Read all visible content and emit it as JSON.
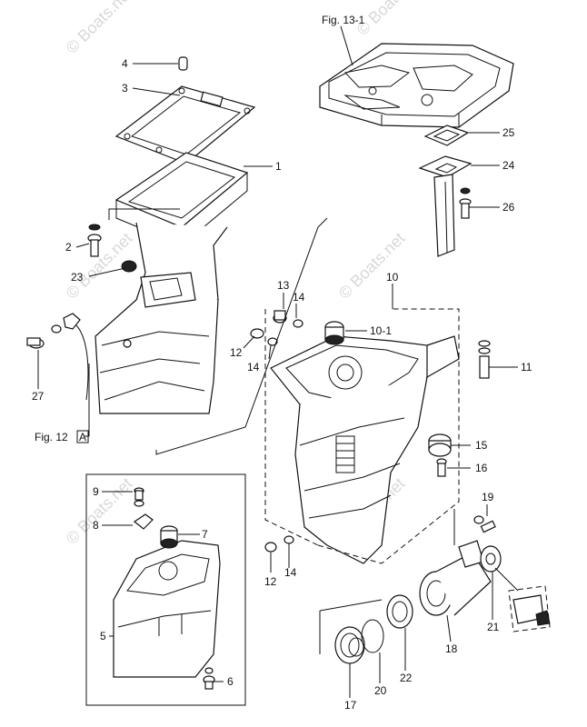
{
  "figure_refs": {
    "fig_13_1": "Fig. 13-1",
    "fig_12": "Fig. 12",
    "fig_12_box": "A"
  },
  "watermarks": [
    "© Boats.net",
    "© Boats.net",
    "© Boats.net",
    "© Boats.net",
    "© Boats.net",
    "© Boats.net"
  ],
  "callouts": {
    "c1": "1",
    "c2": "2",
    "c3": "3",
    "c4": "4",
    "c5": "5",
    "c6": "6",
    "c7": "7",
    "c8": "8",
    "c9": "9",
    "c10": "10",
    "c10_1": "10-1",
    "c11": "11",
    "c12a": "12",
    "c12b": "12",
    "c13": "13",
    "c14a": "14",
    "c14b": "14",
    "c14c": "14",
    "c15": "15",
    "c16": "16",
    "c17": "17",
    "c18": "18",
    "c19": "19",
    "c20": "20",
    "c21": "21",
    "c22": "22",
    "c23": "23",
    "c24": "24",
    "c25": "25",
    "c26": "26",
    "c27": "27"
  }
}
